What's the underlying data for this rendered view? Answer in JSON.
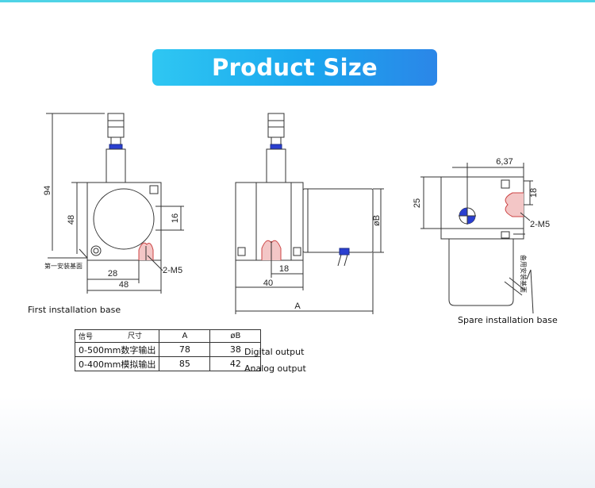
{
  "header": {
    "title": "Product Size"
  },
  "dimensions": {
    "height_94": "94",
    "height_48": "48",
    "hole_16": "16",
    "base_28": "28",
    "width_48": "48",
    "thread_left": "2-M5",
    "side_18": "18",
    "side_40": "40",
    "side_A": "A",
    "diameter_B": "øB",
    "spare_637": "6,37",
    "spare_25": "25",
    "spare_18": "18",
    "thread_right": "2-M5"
  },
  "annotations": {
    "first_base_cn": "第一安装基面",
    "spare_base_cn": "备用安装基面"
  },
  "captions": {
    "first_base": "First installation base",
    "spare_base": "Spare installation base"
  },
  "table": {
    "head_signal": "信号",
    "head_size": "尺寸",
    "head_A": "A",
    "head_B": "øB",
    "rows": [
      {
        "range": "0-500mm数字输出",
        "A": "78",
        "B": "38",
        "label": "Digital output"
      },
      {
        "range": "0-400mm模拟输出",
        "A": "85",
        "B": "42",
        "label": "Analog output"
      }
    ]
  }
}
